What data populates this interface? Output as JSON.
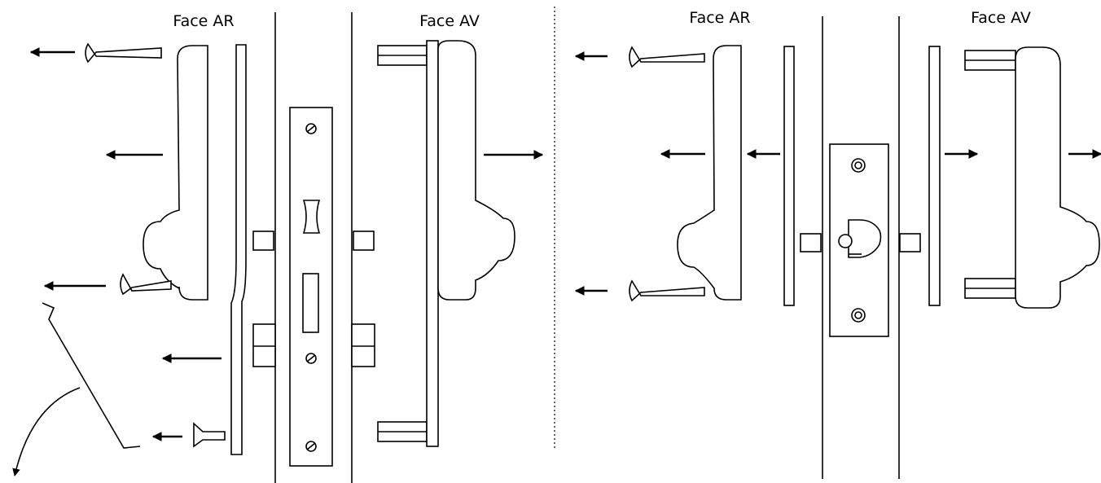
{
  "labels": {
    "left_back": "Face AR",
    "left_front": "Face AV",
    "right_back": "Face AR",
    "right_front": "Face AV"
  },
  "colors": {
    "line": "#000000",
    "background": "#ffffff",
    "part_fill": "#ffffff"
  },
  "icons": [
    "arrow-left-icon",
    "arrow-right-icon",
    "curved-arrow-icon",
    "screw-icon"
  ]
}
